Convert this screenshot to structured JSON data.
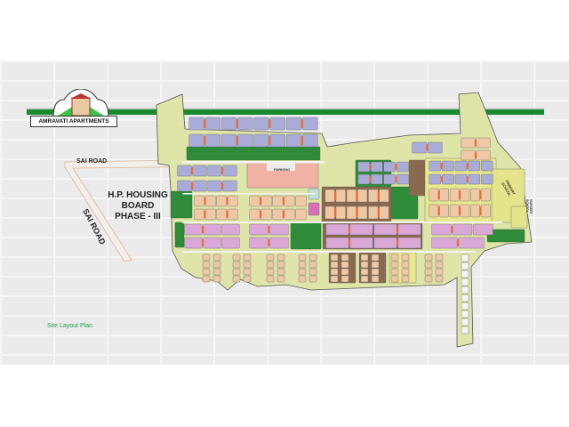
{
  "logo": {
    "name": "AMRAVATI APARTMENTS"
  },
  "map": {
    "roads": [
      "SAI ROAD",
      "SAI ROAD"
    ],
    "neighbour_label": [
      "H.P. HOUSING",
      "BOARD",
      "PHASE - III"
    ],
    "parking_label": "PARKING",
    "primary_school_label": "PRIMARY SCHOOL",
    "nursery_school_label": "NURSERY SCHOOL",
    "colors": {
      "band": "#1a8a2e",
      "site": "#dfe4a8",
      "park": "#2e8b3a",
      "lavender": "#a9acd8",
      "tan": "#efc9a6",
      "pink": "#d9a8d8",
      "brown": "#8a6a4e",
      "accent": "#e2703a"
    }
  },
  "caption": "Site Layout Plan"
}
